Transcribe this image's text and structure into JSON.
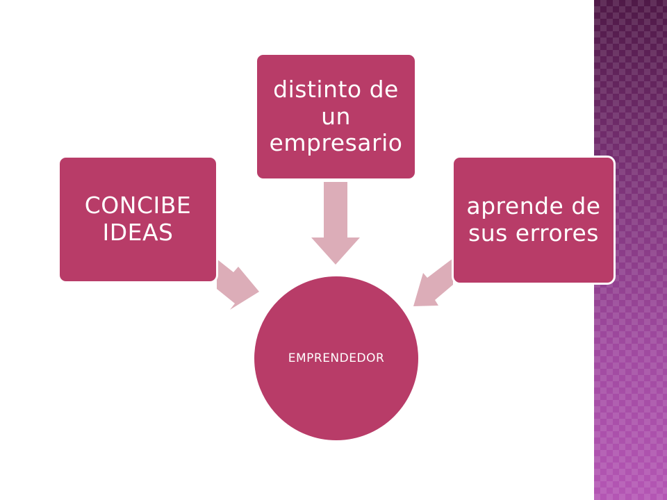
{
  "diagram": {
    "center": {
      "label": "EMPRENDEDOR"
    },
    "nodes": [
      {
        "id": "left",
        "label": "CONCIBE IDEAS"
      },
      {
        "id": "top",
        "label": "distinto de un empresario"
      },
      {
        "id": "right",
        "label": "aprende de sus errores"
      }
    ]
  },
  "colors": {
    "node_fill": "#b83c68",
    "arrow_fill": "#dcadb8",
    "side_band": "#8a3a86"
  }
}
